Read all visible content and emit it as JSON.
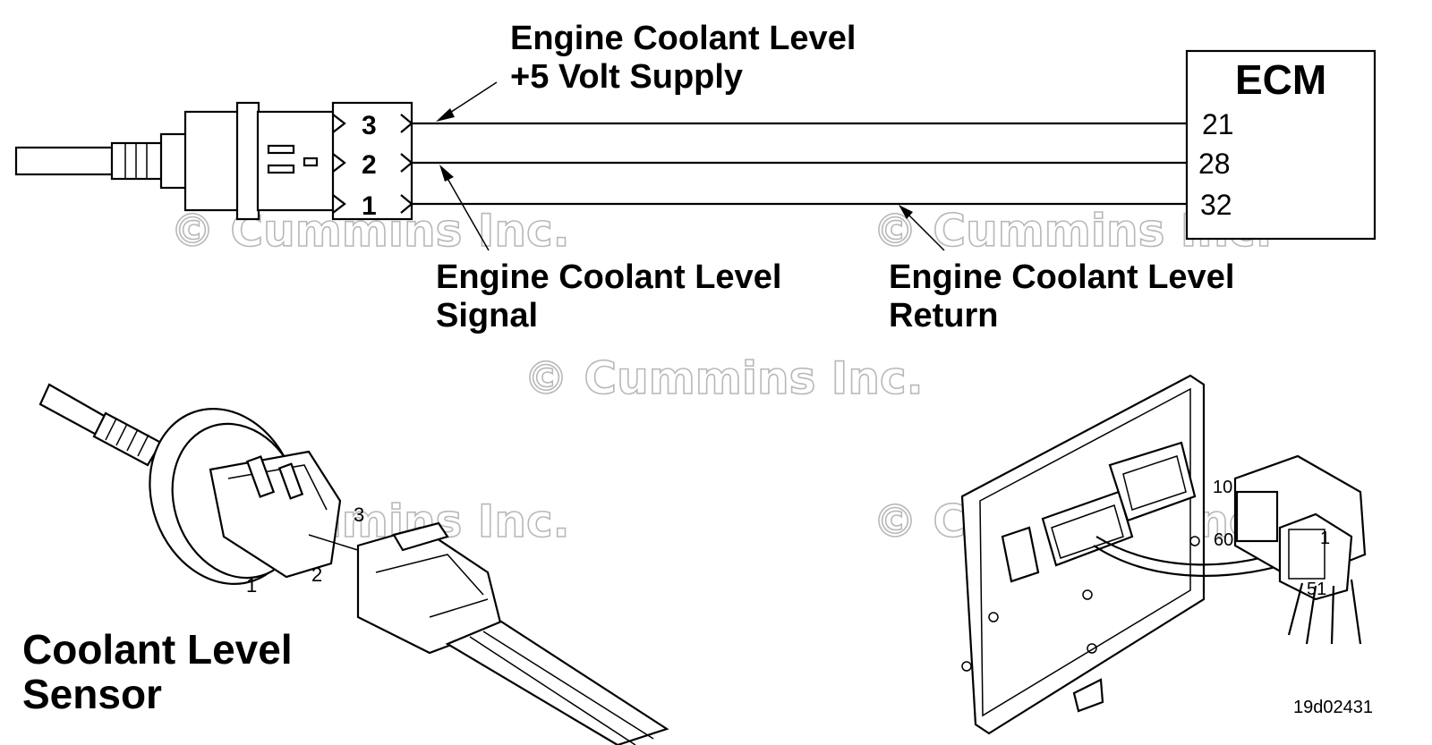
{
  "watermark": "© Cummins Inc.",
  "labels": {
    "supply": [
      "Engine Coolant Level",
      "+5 Volt Supply"
    ],
    "signal": [
      "Engine Coolant Level",
      "Signal"
    ],
    "return": [
      "Engine Coolant Level",
      "Return"
    ],
    "ecm": "ECM",
    "sensor": [
      "Coolant Level",
      "Sensor"
    ],
    "figure_id": "19d02431"
  },
  "connector_pins": [
    "3",
    "2",
    "1"
  ],
  "ecm_pins": [
    "21",
    "28",
    "32"
  ],
  "sensor_pin_labels": [
    "3",
    "1",
    "2"
  ],
  "ecm_connector_labels": [
    "10",
    "60",
    "1",
    "51"
  ],
  "colors": {
    "ink": "#000000",
    "watermark_outline": "#b8b8b8",
    "background": "#ffffff"
  }
}
